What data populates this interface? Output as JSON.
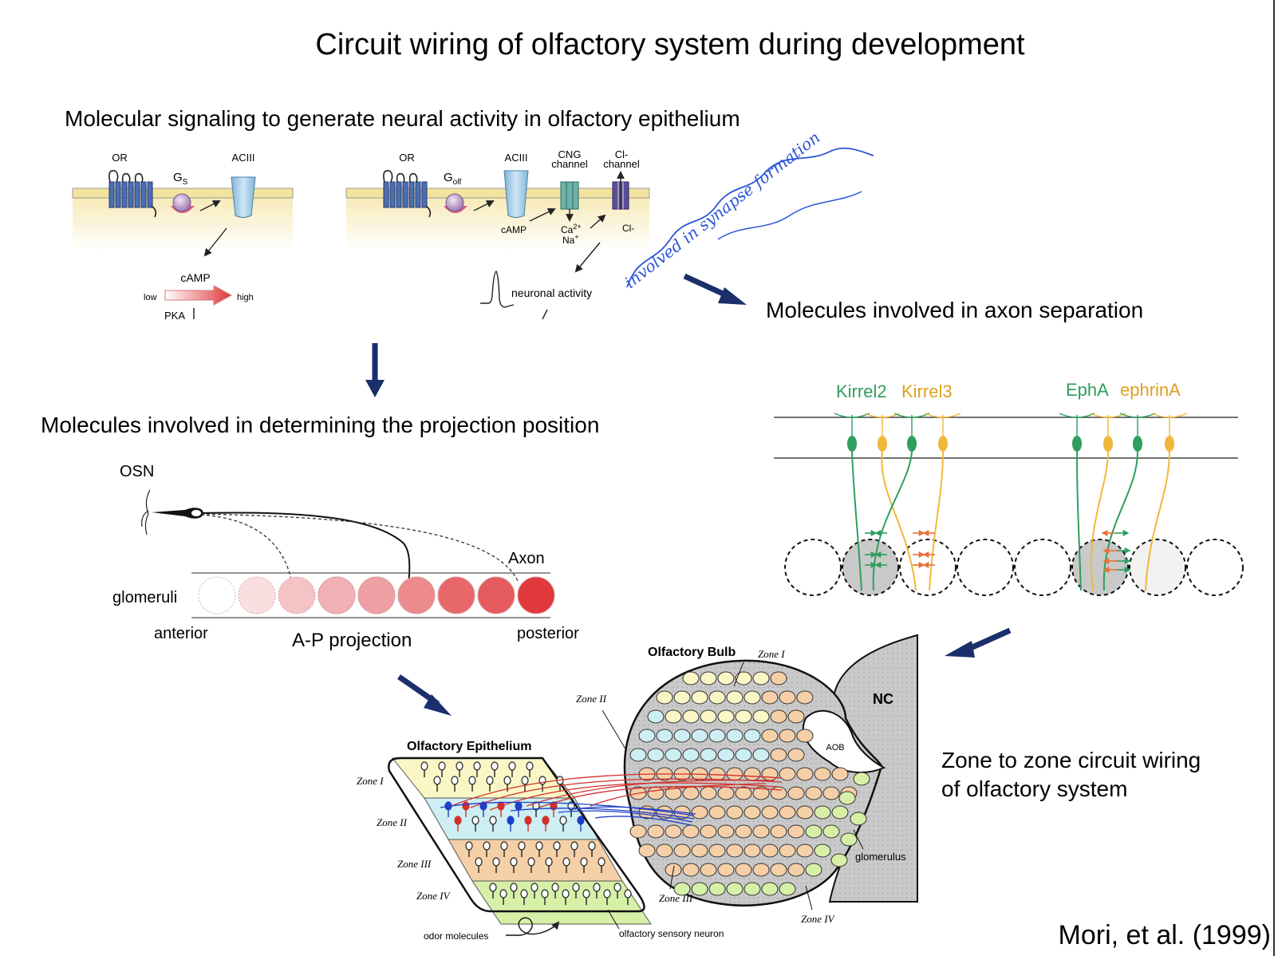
{
  "title": "Circuit wiring of olfactory system during development",
  "sections": {
    "signaling": "Molecular signaling to generate neural activity in olfactory epithelium",
    "axon_separation": "Molecules involved in axon separation",
    "projection_position": "Molecules involved in determining the projection position",
    "zone_wiring_line1": "Zone to zone circuit wiring",
    "zone_wiring_line2": "of olfactory system"
  },
  "citation": "Mori, et al. (1999)",
  "handwriting": "involved in synapse formation",
  "pathway_left": {
    "or": "OR",
    "gs": "Gs",
    "gs_main": "G",
    "gs_sub": "S",
    "aciii": "ACIII",
    "camp": "cAMP",
    "low": "low",
    "high": "high",
    "pka": "PKA"
  },
  "pathway_right": {
    "or": "OR",
    "golf_main": "G",
    "golf_sub": "olf",
    "aciii": "ACIII",
    "cng1": "CNG",
    "cng2": "channel",
    "cl1": "Cl-",
    "cl2": "channel",
    "camp": "cAMP",
    "ca": "Ca2+",
    "ca_main": "Ca",
    "ca_sup": "2+",
    "na": "Na+",
    "na_main": "Na",
    "na_sup": "+",
    "cl_ion": "Cl-",
    "activity": "neuronal activity"
  },
  "projection": {
    "osn": "OSN",
    "axon": "Axon",
    "glomeruli": "glomeruli",
    "anterior": "anterior",
    "posterior": "posterior",
    "ap": "A-P projection",
    "glomeruli_colors": [
      "#ffffff",
      "#f9dfe0",
      "#f4c3c6",
      "#f1b1b5",
      "#ee9fa3",
      "#ec8a8e",
      "#e8676b",
      "#e55a5e",
      "#e0383b"
    ]
  },
  "axon_sep": {
    "kirrel2": "Kirrel2",
    "kirrel3": "Kirrel3",
    "epha": "EphA",
    "ephrina": "ephrinA",
    "green": "#2f9e5e",
    "yellow": "#f0b83a",
    "orange": "#e8703a"
  },
  "zones": {
    "bulb_title": "Olfactory Bulb",
    "epi_title": "Olfactory Epithelium",
    "nc": "NC",
    "aob": "AOB",
    "zone1": "Zone I",
    "zone2": "Zone II",
    "zone3": "Zone III",
    "zone4": "Zone IV",
    "glomerulus": "glomerulus",
    "odor": "odor molecules",
    "osn": "olfactory sensory neuron",
    "colors": {
      "z1": "#fbf6c6",
      "z2": "#cdeef3",
      "z3": "#f5cfa7",
      "z4": "#d6f0a8",
      "red": "#d3302a",
      "blue": "#1f3fc8"
    }
  },
  "arrow_color": "#1a2f6b"
}
